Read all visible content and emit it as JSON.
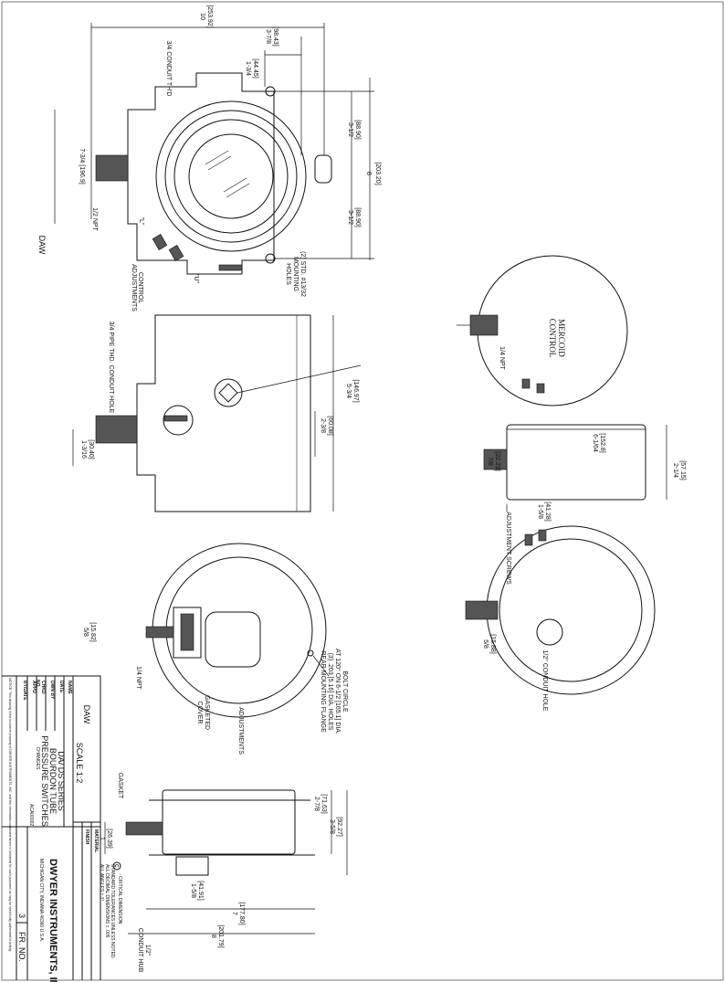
{
  "front_view": {
    "labels": [
      "10",
      "[253.92]",
      "3/4 CONDUIT TH'D",
      "1-3/4",
      "[44.45]",
      "3-7/8",
      "[98.43]",
      "3-1/2",
      "[88.90]",
      "3-1/2",
      "[88.90]",
      "8",
      "[203.20]",
      "7-3/4 [196.9]",
      "1/2 NPT",
      "DAW",
      "\"L\"",
      "\"U\"",
      "CONTROL",
      "ADJUSTMENTS",
      "(2) STD. #13/32",
      "MOUNTING",
      "HOLES"
    ]
  },
  "side_view": {
    "labels": [
      "3/4 PIPE THD. CONDUIT HOLE",
      "5-3/4",
      "[146.97]",
      "2-3/8",
      "[60.08]",
      "1-3/16",
      "[30.40]"
    ]
  },
  "ds_top_view": {
    "labels": [
      "1/4 NPT",
      "MERCOID",
      "CONTROL"
    ]
  },
  "ds_side_view": {
    "labels": [
      "6-1/64",
      "[152.8]",
      "7/8",
      "[22.23]",
      "2-1/4",
      "[57.15]"
    ]
  },
  "ds_rear_view": {
    "labels": [
      "ADJUSTMENT SCREWS",
      "1-5/8",
      "[41.28]",
      "5/8",
      "[15.88]",
      "1/2\" CONDUIT HOLE"
    ]
  },
  "da_rear_view": {
    "labels": [
      "REAR MOUNTING FLANGE",
      "(3) .203 [5.16] DIA. HOLES",
      "AT 120° ON 6-1/2 [165.1] DIA.",
      "BOLT CIRCLE",
      "5/8",
      "[15.82]",
      "1/4 NPT",
      "GASKETED",
      "COVER",
      "ADJUSTMENTS",
      "DAW"
    ]
  },
  "da_side_view": {
    "labels": [
      "GASKET",
      "1",
      "[26.39]",
      "3-5/8",
      "[92.27]",
      "2-7/8",
      "[71.63]",
      "1-5/8",
      "[41.91]",
      "7",
      "[177.80]",
      "8",
      "[201.79]",
      "1/2\"",
      "CONDUIT HUB"
    ]
  },
  "title_block": {
    "scale": "SCALE 1:2",
    "name_label": "NAME",
    "date_label": "DATE",
    "dwn_by_label": "DWN BY",
    "chkd_label": "CHKD",
    "appd_label": "APPD",
    "title_lines": [
      "DA/ DS SERIES",
      "BOURDON TUBE",
      "PRESSURE SWITCHES"
    ],
    "drawing_no": "ACA00002",
    "sheet": "3",
    "fr_no": "FR. NO.",
    "material_label": "MATERIAL",
    "finish_label": "FINISH",
    "company": "DWYER INSTRUMENTS, INC.",
    "address": "MICHIGAN CITY, INDIANA 46360 U.S.A.",
    "critical_symbol": "C",
    "critical_note": "- CRITICAL DIMENSION",
    "tolerance_lines": [
      "STANDARD TOLERANCES UNLESS NOTED:",
      "ALL DECIMAL DIMENSIONS ± .005",
      "ALL ANGLES ± 1°"
    ],
    "changes_label": "CHANGES",
    "no_label": "NO.",
    "by_date_label": "BY/DATE",
    "proprietary_note": "NOTICE: This drawing is the exclusive property of DWYER INSTRUMENTS, INC. and the information contained herein is furnished for such purposes as may be specifically authorized in writing."
  }
}
